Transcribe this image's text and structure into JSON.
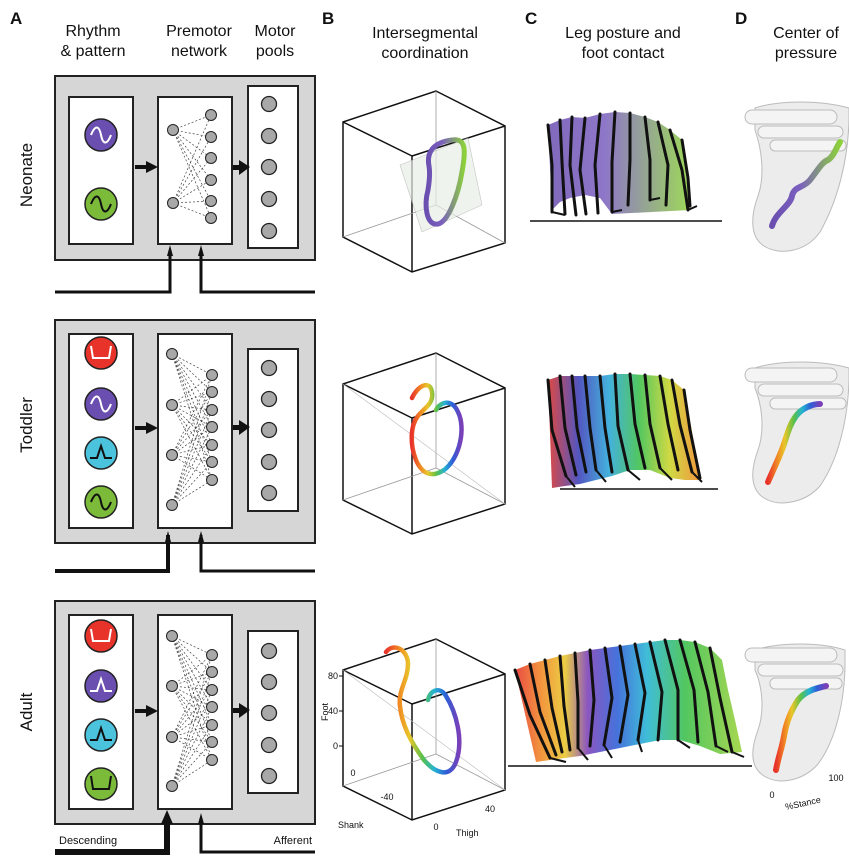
{
  "panels": {
    "a": {
      "letter": "A",
      "col1": [
        "Rhythm",
        "& pattern"
      ],
      "col2": [
        "Premotor",
        "network"
      ],
      "col3": [
        "Motor",
        "pools"
      ]
    },
    "b": {
      "letter": "B",
      "title": [
        "Intersegmental",
        "coordination"
      ]
    },
    "c": {
      "letter": "C",
      "title": [
        "Leg posture and",
        "foot contact"
      ]
    },
    "d": {
      "letter": "D",
      "title": [
        "Center of",
        "pressure"
      ]
    }
  },
  "rows": [
    {
      "label": "Neonate"
    },
    {
      "label": "Toddler"
    },
    {
      "label": "Adult"
    }
  ],
  "bottom": {
    "descending": "Descending",
    "afferent": "Afferent"
  },
  "adult_axes": {
    "foot_label": "Foot",
    "foot_ticks": [
      "80",
      "40",
      "0"
    ],
    "shank_label": "Shank",
    "shank_ticks": [
      "0",
      "-40"
    ],
    "thigh_label": "Thigh",
    "thigh_ticks": [
      "0",
      "40"
    ],
    "stance_label": "%Stance",
    "stance_ticks": [
      "0",
      "100"
    ]
  },
  "colors": {
    "red": "#e8332b",
    "purple": "#6a4fb0",
    "cyan": "#4cc3dc",
    "green": "#7cbb3a",
    "panel_gray": "#d6d6d6",
    "node_gray": "#a8a8a8"
  }
}
